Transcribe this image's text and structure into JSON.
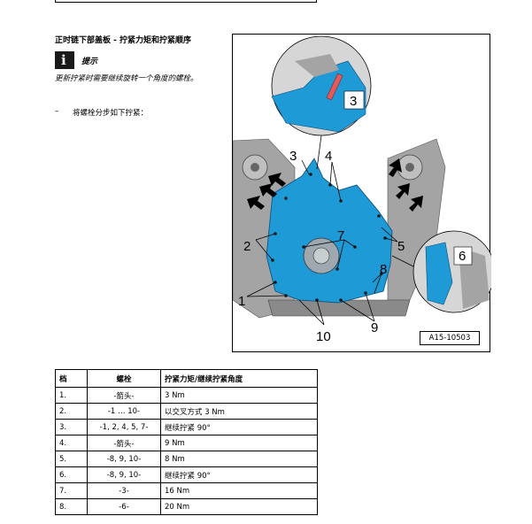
{
  "title": "正时链下部盖板 - 拧紧力矩和拧紧顺序",
  "note": {
    "icon": "info-icon",
    "label": "提示",
    "text": "更新拧紧时需要继续旋转一个角度的螺栓。"
  },
  "instruction": {
    "dash": "–",
    "text": "将螺栓分步如下拧紧："
  },
  "figure": {
    "code": "A15-10503",
    "callouts": [
      "1",
      "2",
      "3",
      "3",
      "4",
      "5",
      "6",
      "7",
      "8",
      "9",
      "10"
    ]
  },
  "table": {
    "headers": [
      "档",
      "螺栓",
      "拧紧力矩/继续拧紧角度"
    ],
    "rows": [
      [
        "1.",
        "-箭头-",
        "3 Nm"
      ],
      [
        "2.",
        "-1 … 10-",
        "以交叉方式 3 Nm"
      ],
      [
        "3.",
        "-1, 2, 4, 5, 7-",
        "继续拧紧 90°"
      ],
      [
        "4.",
        "-箭头-",
        "9 Nm"
      ],
      [
        "5.",
        "-8, 9, 10-",
        "8 Nm"
      ],
      [
        "6.",
        "-8, 9, 10-",
        "继续拧紧 90°"
      ],
      [
        "7.",
        "-3-",
        "16 Nm"
      ],
      [
        "8.",
        "-6-",
        "20 Nm"
      ]
    ]
  },
  "colors": {
    "cover": "#1e9ad6",
    "engine": "#9a9a9a"
  }
}
